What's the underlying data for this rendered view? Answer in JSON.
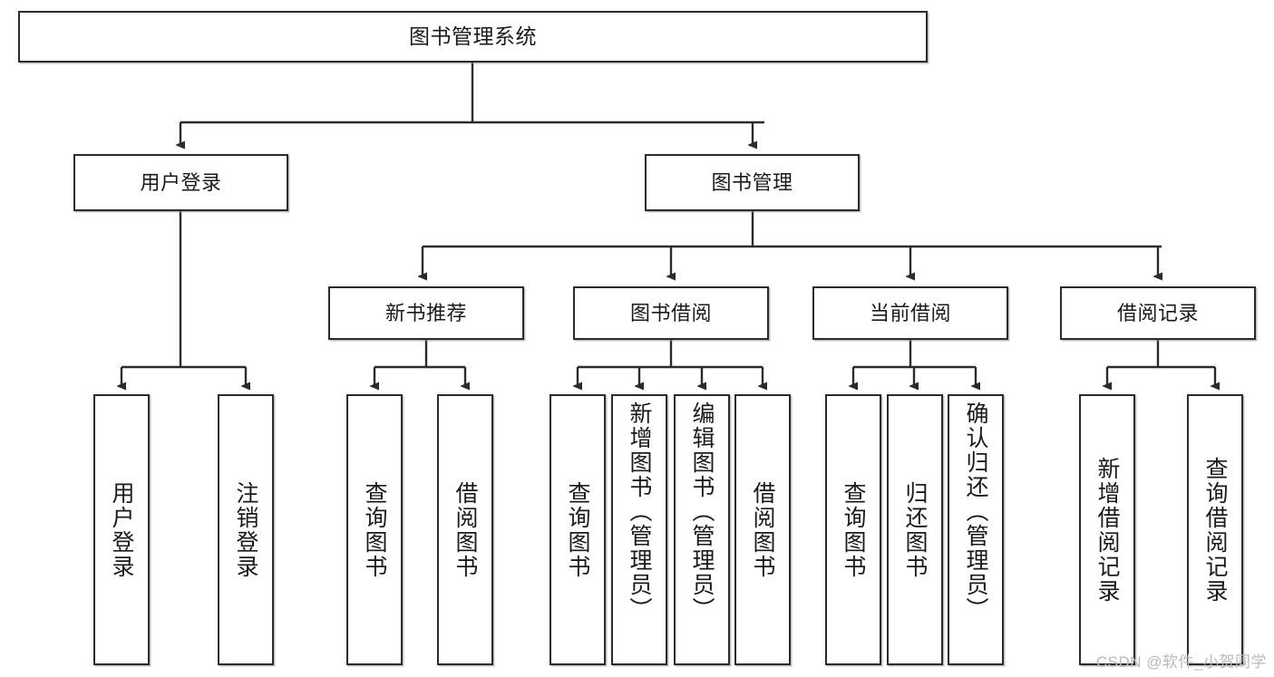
{
  "diagram": {
    "title": "图书管理系统",
    "type": "hierarchy-tree",
    "root": {
      "label": "图书管理系统"
    },
    "level2": [
      {
        "label": "用户登录"
      },
      {
        "label": "图书管理"
      }
    ],
    "level3": [
      {
        "label": "新书推荐"
      },
      {
        "label": "图书借阅"
      },
      {
        "label": "当前借阅"
      },
      {
        "label": "借阅记录"
      }
    ],
    "leaves": {
      "user_login": [
        {
          "label": "用户登录"
        },
        {
          "label": "注销登录"
        }
      ],
      "new_book_recommend": [
        {
          "label": "查询图书"
        },
        {
          "label": "借阅图书"
        }
      ],
      "book_borrow": [
        {
          "label": "查询图书"
        },
        {
          "label": "新增图书（管理员）"
        },
        {
          "label": "编辑图书（管理员）"
        },
        {
          "label": "借阅图书"
        }
      ],
      "current_borrow": [
        {
          "label": "查询图书"
        },
        {
          "label": "归还图书"
        },
        {
          "label": "确认归还（管理员）"
        }
      ],
      "borrow_record": [
        {
          "label": "新增借阅记录"
        },
        {
          "label": "查询借阅记录"
        }
      ]
    }
  },
  "watermark": {
    "text": "CSDN @软件_小贺同学"
  },
  "colors": {
    "stroke": "#2b2b2b",
    "fill": "#ffffff",
    "text": "#1a1a1a",
    "watermark": "#b9b9b9"
  }
}
